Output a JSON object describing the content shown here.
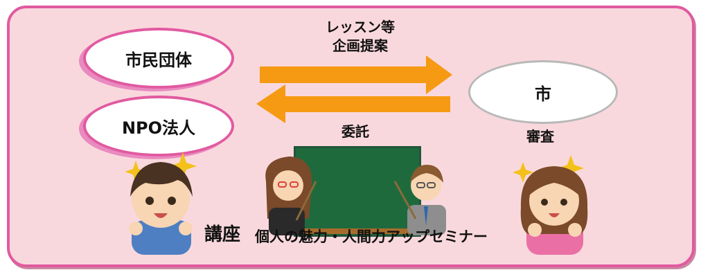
{
  "nodes": {
    "citizen_group": "市民団体",
    "npo": "NPO法人",
    "city": "市"
  },
  "flows": {
    "proposal": "レッスン等\n企画提案",
    "commission": "委託",
    "review": "審査"
  },
  "course": {
    "heading": "講座",
    "title": "個人の魅力・人間力アップセミナー"
  },
  "colors": {
    "panel_bg": "#f9d8dd",
    "panel_border": "#e15aa0",
    "arrow": "#f59a12",
    "board": "#1f6a3d"
  }
}
